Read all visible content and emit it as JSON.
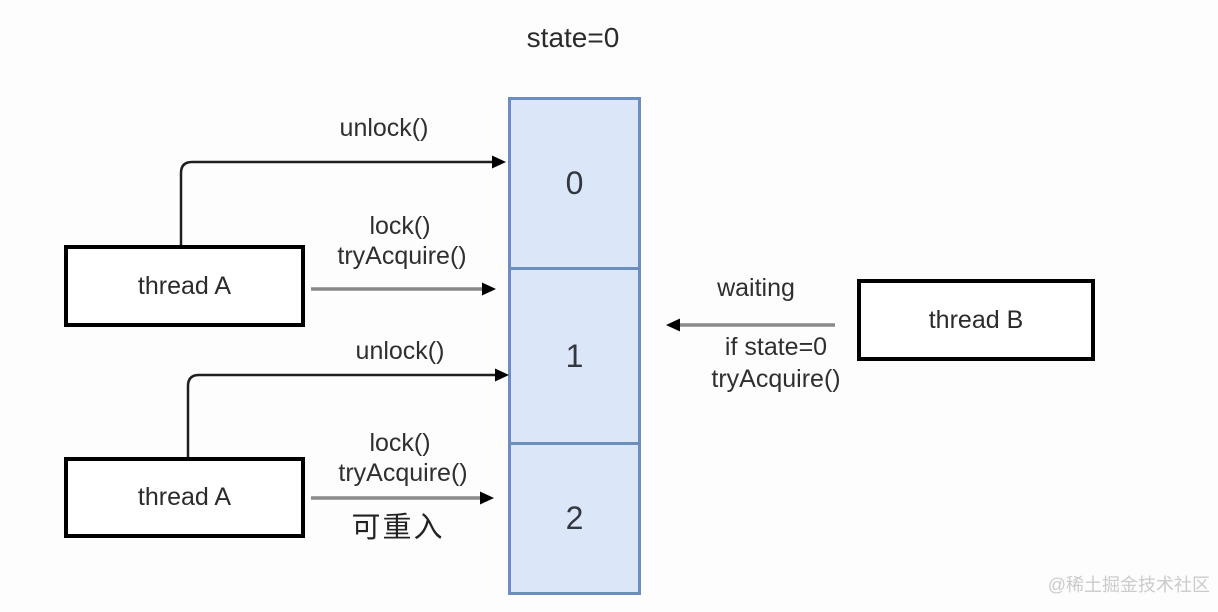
{
  "diagram": {
    "title": "state=0",
    "state_column": {
      "cells": [
        {
          "value": "0"
        },
        {
          "value": "1"
        },
        {
          "value": "2"
        }
      ],
      "fill_color": "#dbe6f9",
      "border_color": "#6c8ebf"
    },
    "thread_a_top": {
      "label": "thread A"
    },
    "thread_a_bottom": {
      "label": "thread A"
    },
    "thread_b": {
      "label": "thread B"
    },
    "labels": {
      "unlock_top": "unlock()",
      "lock_top": "lock()",
      "try_acquire_top": "tryAcquire()",
      "unlock_bottom": "unlock()",
      "lock_bottom": "lock()",
      "try_acquire_bottom": "tryAcquire()",
      "reentrant": "可重入",
      "waiting": "waiting",
      "if_state": "if state=0",
      "try_acquire_b": "tryAcquire()"
    },
    "watermark": "@稀土掘金技术社区",
    "arrow_colors": {
      "elbow_line": "#1f1f1f",
      "straight_line": "#8a8a8a",
      "head": "#000000"
    }
  }
}
